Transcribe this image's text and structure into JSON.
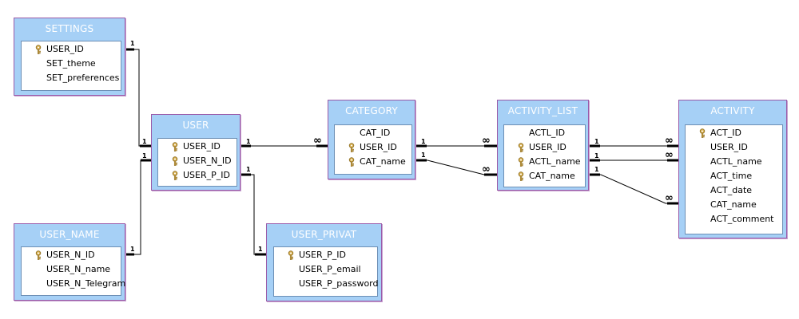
{
  "tables": {
    "settings": {
      "title": "SETTINGS",
      "fields": [
        {
          "name": "USER_ID",
          "key": true
        },
        {
          "name": "SET_theme",
          "key": false
        },
        {
          "name": "SET_preferences",
          "key": false
        }
      ]
    },
    "user": {
      "title": "USER",
      "fields": [
        {
          "name": "USER_ID",
          "key": true
        },
        {
          "name": "USER_N_ID",
          "key": true
        },
        {
          "name": "USER_P_ID",
          "key": true
        }
      ]
    },
    "user_name": {
      "title": "USER_NAME",
      "fields": [
        {
          "name": "USER_N_ID",
          "key": true
        },
        {
          "name": "USER_N_name",
          "key": false
        },
        {
          "name": "USER_N_Telegram",
          "key": false
        }
      ]
    },
    "user_privat": {
      "title": "USER_PRIVAT",
      "fields": [
        {
          "name": "USER_P_ID",
          "key": true
        },
        {
          "name": "USER_P_email",
          "key": false
        },
        {
          "name": "USER_P_password",
          "key": false
        }
      ]
    },
    "category": {
      "title": "CATEGORY",
      "fields": [
        {
          "name": "CAT_ID",
          "key": false
        },
        {
          "name": "USER_ID",
          "key": true
        },
        {
          "name": "CAT_name",
          "key": true
        }
      ]
    },
    "activity_list": {
      "title": "ACTIVITY_LIST",
      "fields": [
        {
          "name": "ACTL_ID",
          "key": false
        },
        {
          "name": "USER_ID",
          "key": true
        },
        {
          "name": "ACTL_name",
          "key": true
        },
        {
          "name": "CAT_name",
          "key": true
        }
      ]
    },
    "activity": {
      "title": "ACTIVITY",
      "fields": [
        {
          "name": "ACT_ID",
          "key": true
        },
        {
          "name": "USER_ID",
          "key": false
        },
        {
          "name": "ACTL_name",
          "key": false
        },
        {
          "name": "ACT_time",
          "key": false
        },
        {
          "name": "ACT_date",
          "key": false
        },
        {
          "name": "CAT_name",
          "key": false
        },
        {
          "name": "ACT_comment",
          "key": false
        }
      ]
    }
  },
  "relationship_labels": {
    "one": "1",
    "many": "∞"
  },
  "colors": {
    "table_fill": "#a6d0f6",
    "table_border": "#9a5aa8",
    "field_box_border": "#6d8fb5",
    "line": "#000000",
    "key_icon": "#c8a24a"
  }
}
